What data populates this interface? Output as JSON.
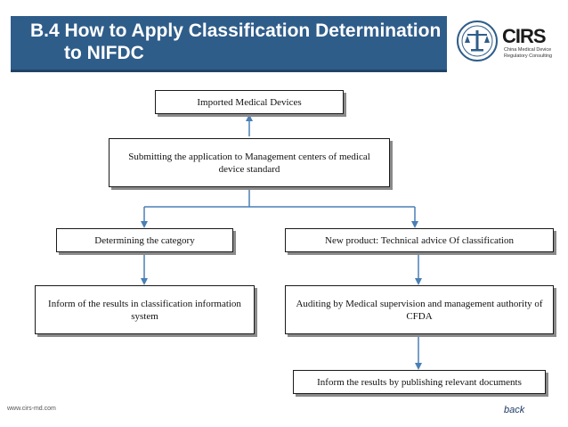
{
  "title": {
    "line1": "B.4 How to Apply Classification Determination",
    "line2": "to NIFDC"
  },
  "logo": {
    "brand": "CIRS",
    "subtitle": "China Medical Device Regulatory Consulting"
  },
  "flow": {
    "imported": "Imported Medical Devices",
    "submitting": "Submitting the application to Management centers of medical device standard",
    "determining": "Determining the category",
    "new_product": "New product: Technical advice Of  classification",
    "inform_results": "Inform of the results in classification information system",
    "auditing": "Auditing by Medical supervision and management authority of CFDA",
    "inform_publish": "Inform the results by publishing relevant documents"
  },
  "footer": {
    "url": "www.cirs-md.com",
    "back": "back"
  },
  "colors": {
    "title_bg": "#2f5d8a",
    "arrow": "#4a7fb5"
  }
}
